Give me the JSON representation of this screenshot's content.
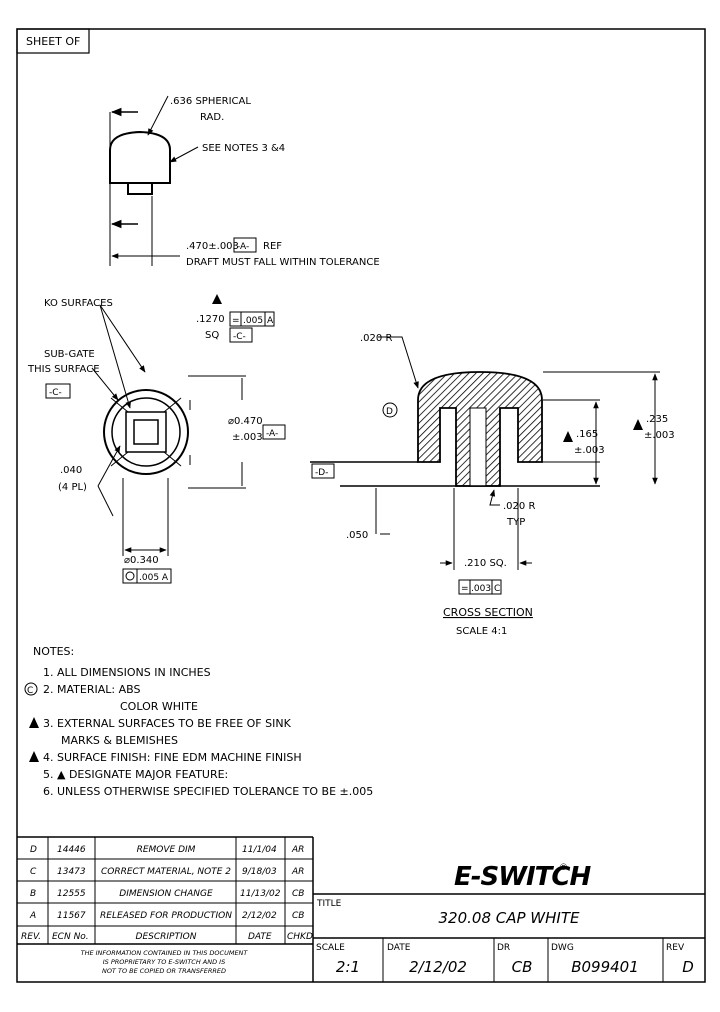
{
  "sheet_label": "SHEET OF",
  "side_view": {
    "radius_label": ".636 SPHERICAL",
    "radius_label2": "RAD.",
    "notes_ref": "SEE NOTES 3 &4",
    "height_label": ".470±.003",
    "datum_a": "-A-",
    "ref": "REF",
    "draft_note": "DRAFT MUST FALL WITHIN TOLERANCE"
  },
  "bottom_view": {
    "ko_surfaces": "KO SURFACES",
    "sub_gate_1": "SUB-GATE",
    "sub_gate_2": "THIS SURFACE",
    "datum_c": "-C-",
    "sq_dim": ".1270",
    "sq": "SQ",
    "sq_tol_sym": "=",
    "sq_tol": ".005",
    "sq_tol_datum": "A",
    "sq_datum": "-C-",
    "dia_dim": "⌀0.470",
    "dia_tol": "±.003",
    "dia_datum": "-A-",
    "small_dim": ".040",
    "small_dim_note": "(4 PL)",
    "base_dia": "⌀0.340",
    "base_tol": ".005 A"
  },
  "cross_section": {
    "r_top": ".020 R",
    "note_d": "D",
    "height_total": ".235",
    "height_total_tol": "±.003",
    "height_inner": ".165",
    "height_inner_tol": "±.003",
    "datum_d": "-D-",
    "r_bottom": ".020 R",
    "r_bottom_typ": "TYP",
    "depth": ".050",
    "hole": ".210 SQ.",
    "hole_tol_sym": "=",
    "hole_tol": ".003",
    "hole_tol_datum": "C",
    "title": "CROSS SECTION",
    "scale": "SCALE 4:1"
  },
  "notes": {
    "heading": "NOTES:",
    "items": [
      "1. ALL DIMENSIONS IN INCHES",
      "2. MATERIAL: ABS",
      "COLOR WHITE",
      "3. EXTERNAL SURFACES TO BE FREE OF SINK",
      "MARKS & BLEMISHES",
      "4. SURFACE FINISH: FINE EDM MACHINE FINISH",
      "5. ▲ DESIGNATE MAJOR FEATURE:",
      "6. UNLESS OTHERWISE SPECIFIED TOLERANCE TO BE ±.005"
    ],
    "note2_marker": "C"
  },
  "revisions": {
    "rows": [
      {
        "rev": "D",
        "ecn": "14446",
        "desc": "REMOVE DIM",
        "date": "11/1/04",
        "by": "AR"
      },
      {
        "rev": "C",
        "ecn": "13473",
        "desc": "CORRECT MATERIAL, NOTE 2",
        "date": "9/18/03",
        "by": "AR"
      },
      {
        "rev": "B",
        "ecn": "12555",
        "desc": "DIMENSION CHANGE",
        "date": "11/13/02",
        "by": "CB"
      },
      {
        "rev": "A",
        "ecn": "11567",
        "desc": "RELEASED FOR PRODUCTION",
        "date": "2/12/02",
        "by": "CB"
      }
    ],
    "headers": {
      "rev": "REV.",
      "ecn": "ECN No.",
      "desc": "DESCRIPTION",
      "date": "DATE",
      "by": "CHKD"
    },
    "proprietary": [
      "THE INFORMATION CONTAINED IN THIS DOCUMENT",
      "IS PROPRIETARY TO E-SWITCH AND IS",
      "NOT TO BE COPIED OR TRANSFERRED"
    ]
  },
  "title_block": {
    "logo": "E-SWITCH",
    "logo_reg": "®",
    "title_label": "TITLE",
    "title": "320.08 CAP WHITE",
    "scale_label": "SCALE",
    "scale": "2:1",
    "date_label": "DATE",
    "date": "2/12/02",
    "dr_label": "DR",
    "dr": "CB",
    "dwg_label": "DWG",
    "dwg": "B099401",
    "rev_label": "REV",
    "rev": "D"
  }
}
